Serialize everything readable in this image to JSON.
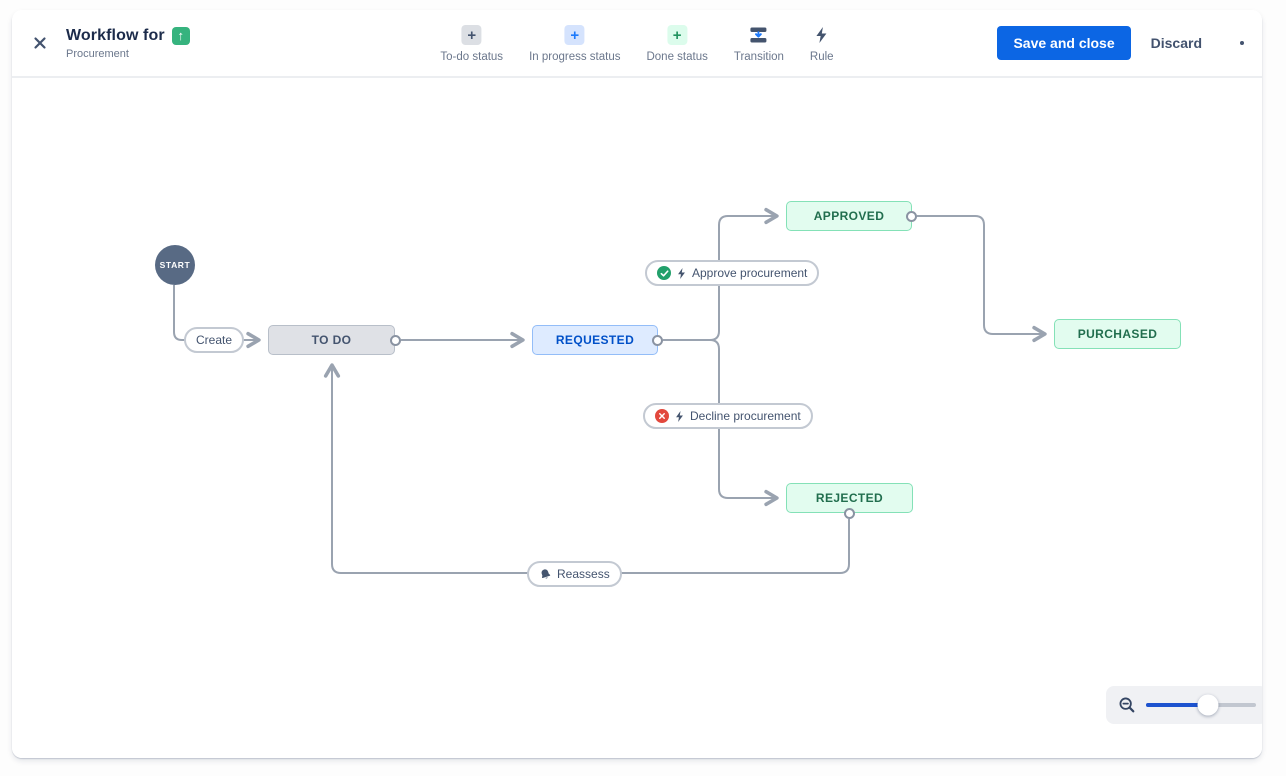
{
  "header": {
    "title": "Workflow for",
    "title_icon_glyph": "↑",
    "subtitle": "Procurement",
    "toolbar": {
      "items": [
        {
          "label": "To-do status",
          "icon": "plus-gray"
        },
        {
          "label": "In progress status",
          "icon": "plus-blue"
        },
        {
          "label": "Done status",
          "icon": "plus-green"
        },
        {
          "label": "Transition",
          "icon": "transition-icon"
        },
        {
          "label": "Rule",
          "icon": "lightning-icon"
        }
      ]
    },
    "actions": {
      "save_label": "Save and close",
      "discard_label": "Discard"
    }
  },
  "diagram": {
    "start_label": "START",
    "statuses": [
      {
        "label": "TO DO",
        "category": "todo"
      },
      {
        "label": "REQUESTED",
        "category": "in-progress"
      },
      {
        "label": "APPROVED",
        "category": "done"
      },
      {
        "label": "PURCHASED",
        "category": "done"
      },
      {
        "label": "REJECTED",
        "category": "done"
      }
    ],
    "transitions": [
      {
        "label": "Create",
        "icons": []
      },
      {
        "label": "Approve procurement",
        "icons": [
          "approved-check",
          "rule-lightning"
        ]
      },
      {
        "label": "Decline procurement",
        "icons": [
          "declined-cross",
          "rule-lightning"
        ]
      },
      {
        "label": "Reassess",
        "icons": [
          "notification-bell"
        ]
      }
    ],
    "colors": {
      "todo_bg": "#dfe1e6",
      "in_progress_bg": "#deebff",
      "done_bg": "#e2fcef",
      "edge": "#9aa3b0",
      "start_node": "#586a84",
      "primary_button": "#0c66e4",
      "approve_badge": "#22a06b",
      "decline_badge": "#e2483d"
    }
  }
}
